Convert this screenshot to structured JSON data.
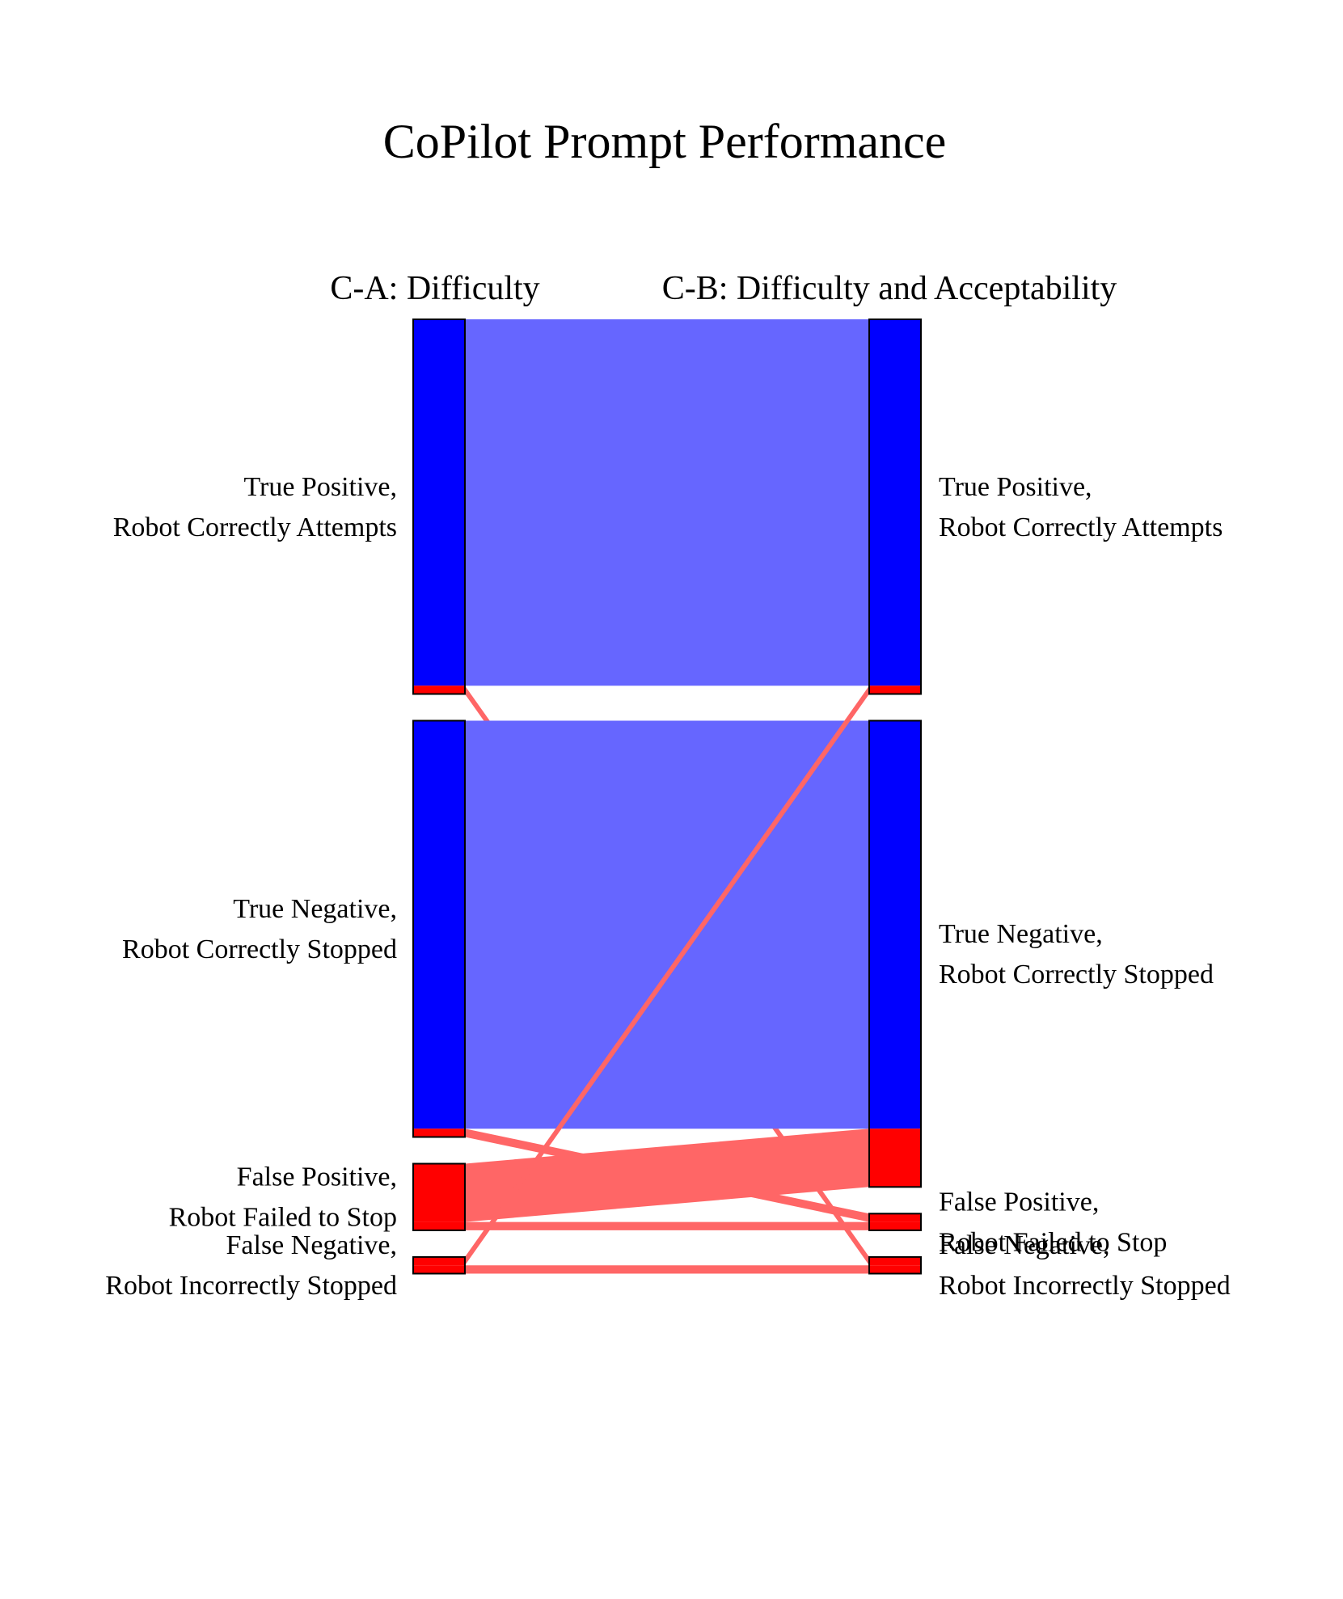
{
  "chart_data": {
    "type": "sankey",
    "title": "CoPilot Prompt Performance",
    "columns": [
      {
        "id": "left",
        "label": "C-A: Difficulty"
      },
      {
        "id": "right",
        "label": "C-B: Difficulty and Acceptability"
      }
    ],
    "nodes": [
      {
        "id": "L_TP",
        "column": "left",
        "line1": "True Positive,",
        "line2": "Robot Correctly Attempts"
      },
      {
        "id": "L_TN",
        "column": "left",
        "line1": "True Negative,",
        "line2": "Robot Correctly Stopped"
      },
      {
        "id": "L_FP",
        "column": "left",
        "line1": "False Positive,",
        "line2": "Robot Failed to Stop"
      },
      {
        "id": "L_FN",
        "column": "left",
        "line1": "False Negative,",
        "line2": "Robot Incorrectly Stopped"
      },
      {
        "id": "R_TP",
        "column": "right",
        "line1": "True Positive,",
        "line2": "Robot Correctly Attempts"
      },
      {
        "id": "R_TN",
        "column": "right",
        "line1": "True Negative,",
        "line2": "Robot Correctly Stopped"
      },
      {
        "id": "R_FP",
        "column": "right",
        "line1": "False Positive,",
        "line2": "Robot Failed to Stop"
      },
      {
        "id": "R_FN",
        "column": "right",
        "line1": "False Negative,",
        "line2": "Robot Incorrectly Stopped"
      }
    ],
    "flows": [
      {
        "source": "L_TP",
        "target": "R_TP",
        "value": 44,
        "kind": "agree"
      },
      {
        "source": "L_TP",
        "target": "R_FN",
        "value": 1,
        "kind": "disagree"
      },
      {
        "source": "L_TN",
        "target": "R_TN",
        "value": 49,
        "kind": "agree"
      },
      {
        "source": "L_TN",
        "target": "R_FP",
        "value": 1,
        "kind": "disagree"
      },
      {
        "source": "L_FP",
        "target": "R_TN",
        "value": 7,
        "kind": "disagree"
      },
      {
        "source": "L_FP",
        "target": "R_FP",
        "value": 1,
        "kind": "disagree"
      },
      {
        "source": "L_FN",
        "target": "R_TP",
        "value": 1,
        "kind": "disagree"
      },
      {
        "source": "L_FN",
        "target": "R_FN",
        "value": 1,
        "kind": "disagree"
      }
    ],
    "colors": {
      "agree_node": "#0000ff",
      "disagree_node": "#ff0000",
      "agree_link": "#6666ff",
      "disagree_link": "#ff6666",
      "outline": "#000000"
    }
  }
}
